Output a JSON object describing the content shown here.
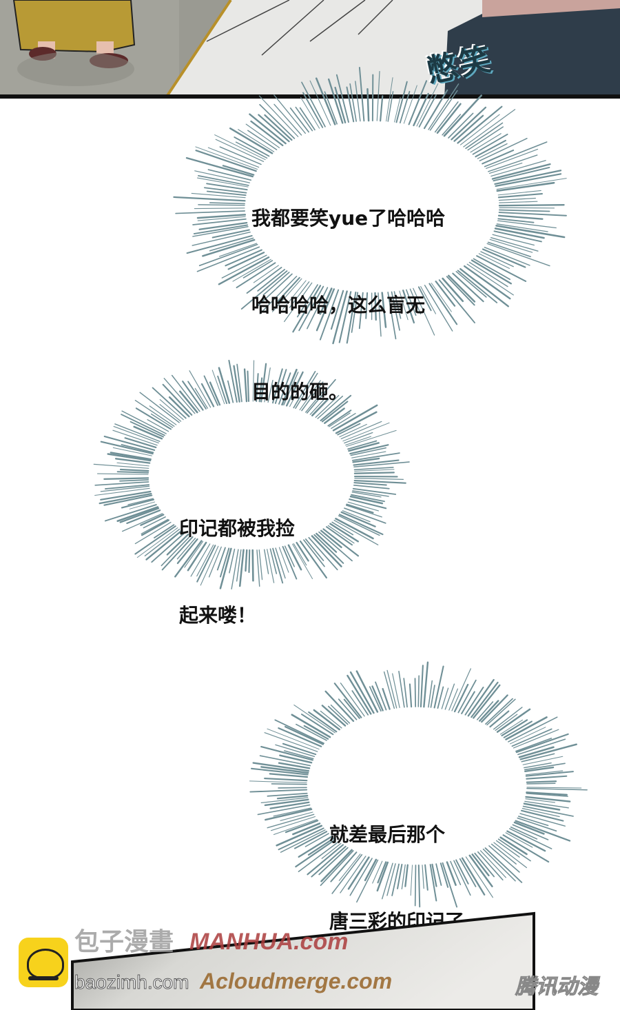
{
  "panels": {
    "top": {
      "sfx": "憋笑"
    },
    "bubbles": [
      {
        "lines": [
          "我都要笑yue了哈哈哈",
          "哈哈哈哈，这么盲无",
          "目的的砸。"
        ]
      },
      {
        "lines": [
          "印记都被我捡",
          "起来喽！"
        ]
      },
      {
        "lines": [
          "就差最后那个",
          "唐三彩的印记了。"
        ]
      }
    ]
  },
  "watermarks": {
    "baozi_cn": "包子漫畫",
    "manhua": "MANHUA.com",
    "baozi_url": "baozimh.com",
    "acloud": "Acloudmerge.com",
    "tencent": "腾讯动漫"
  },
  "colors": {
    "burst": "#6f8f96",
    "sfx": "#1c3a44",
    "logo": "#f7d21c"
  }
}
